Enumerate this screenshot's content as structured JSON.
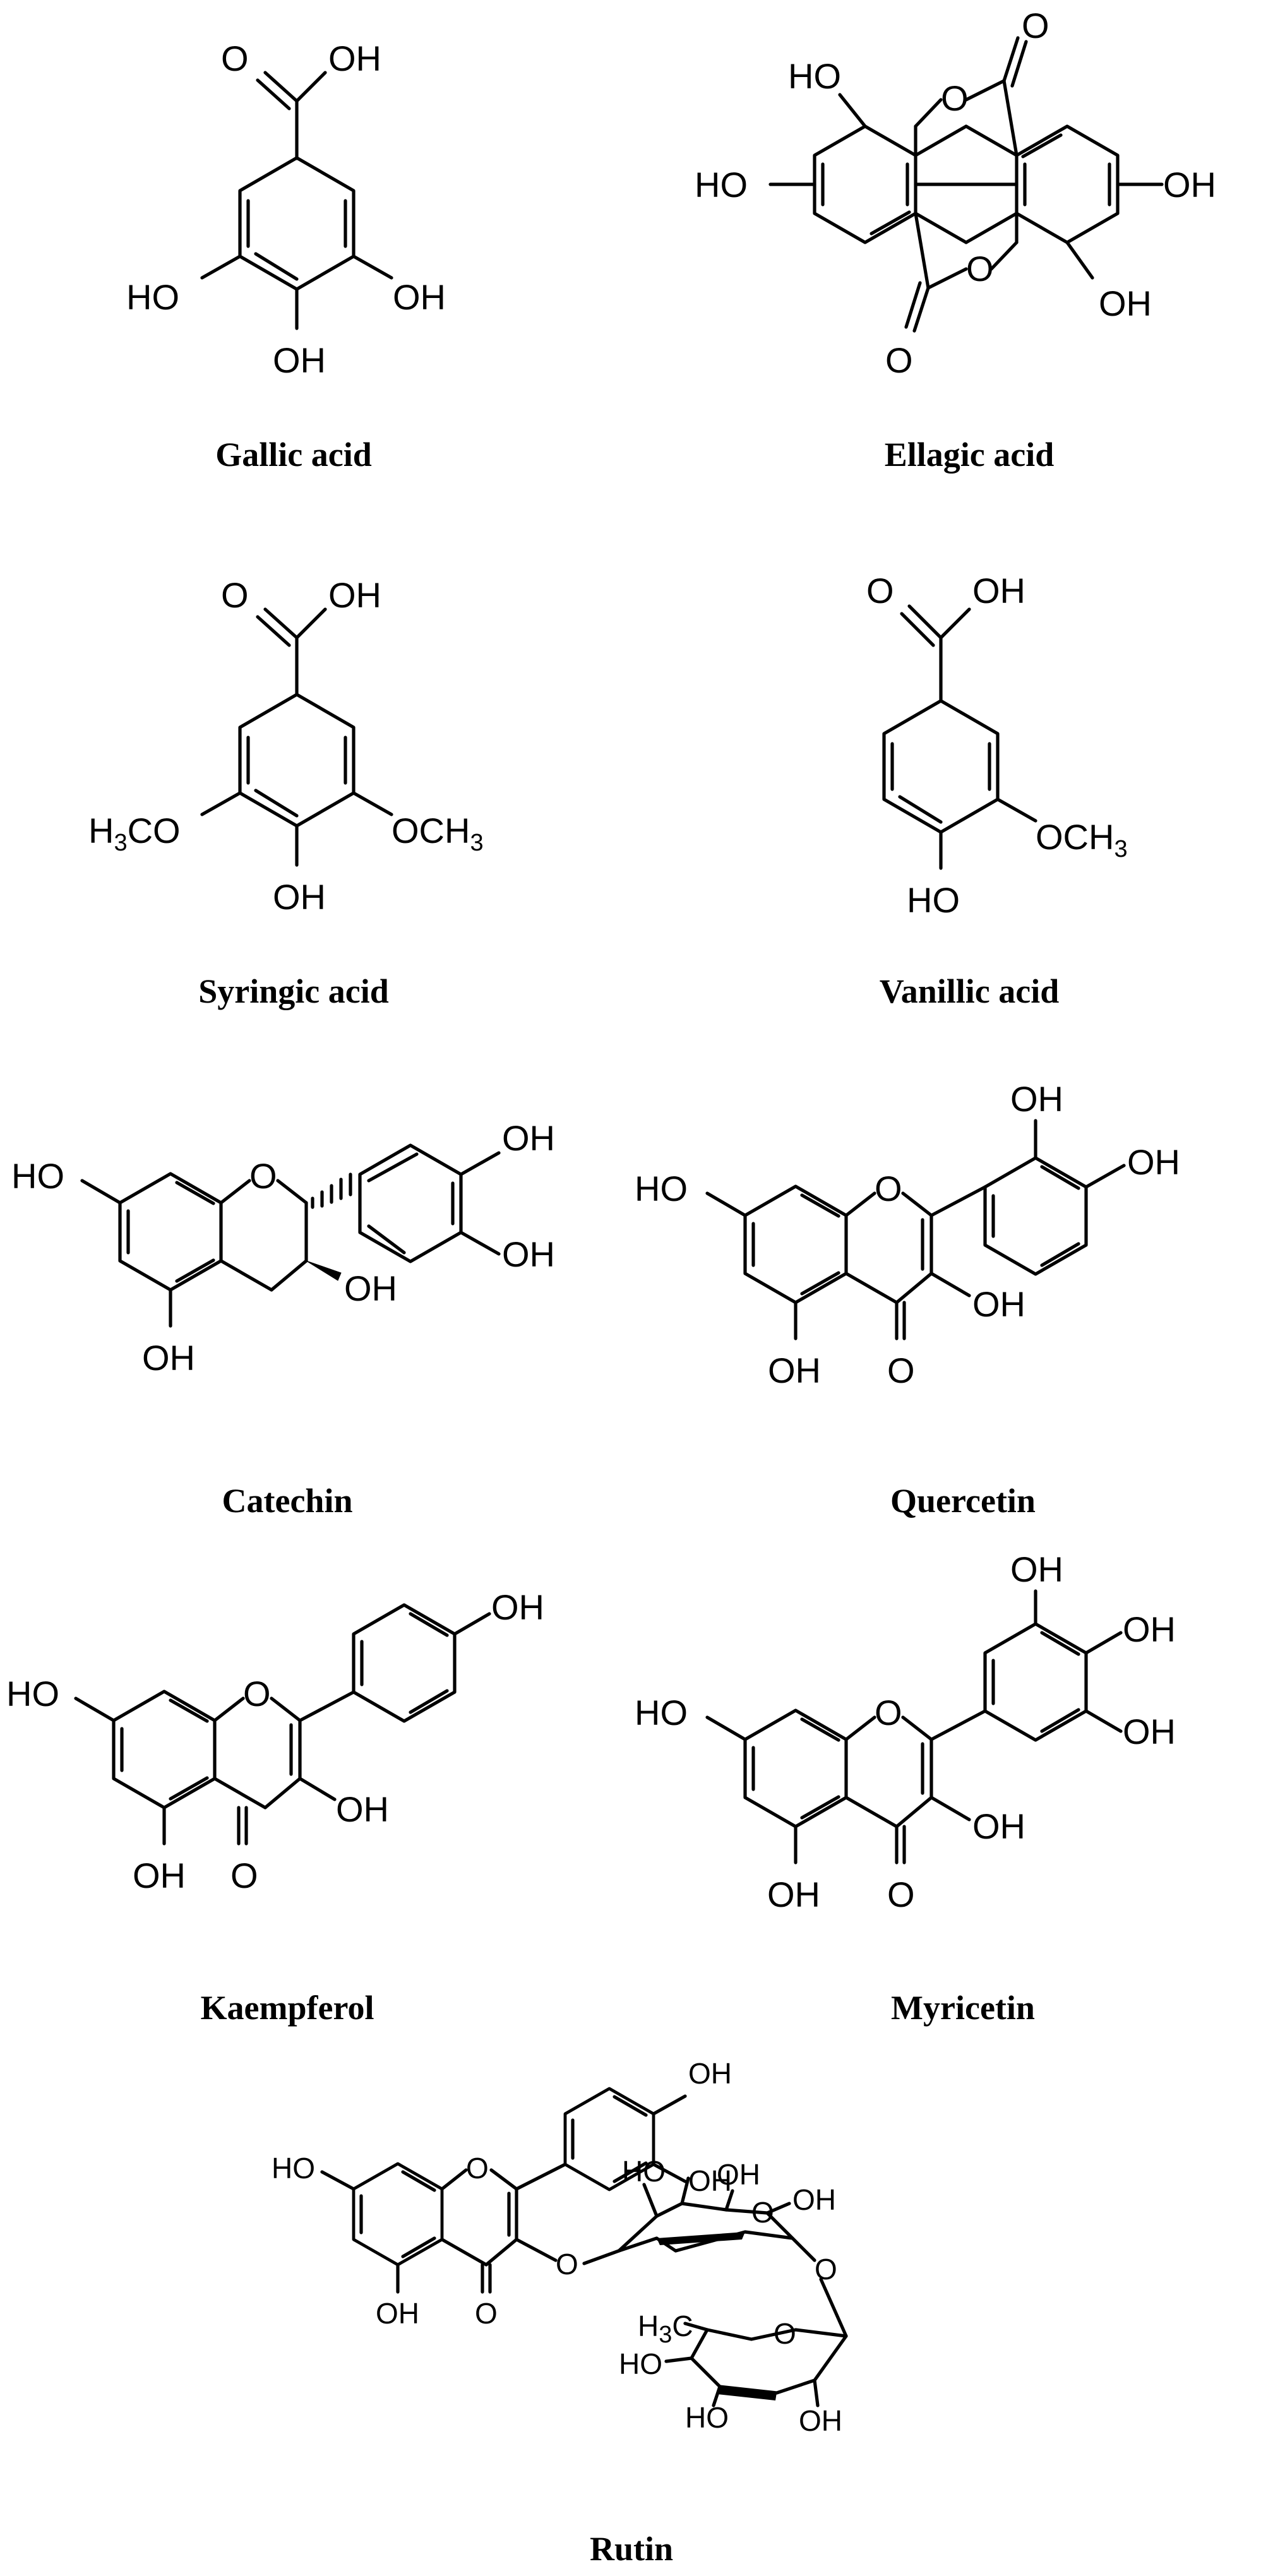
{
  "compounds": [
    {
      "name": "Gallic acid"
    },
    {
      "name": "Ellagic acid"
    },
    {
      "name": "Syringic acid"
    },
    {
      "name": "Vanillic acid"
    },
    {
      "name": "Catechin"
    },
    {
      "name": "Quercetin"
    },
    {
      "name": "Kaempferol"
    },
    {
      "name": "Myricetin"
    },
    {
      "name": "Rutin"
    }
  ],
  "atoms": {
    "oh": "OH",
    "ho": "HO",
    "o": "O",
    "och3": "OCH",
    "h3co_h": "H",
    "h3co_rest": "CO",
    "three": "3",
    "h3c_h": "H",
    "h3c_c": "C"
  }
}
